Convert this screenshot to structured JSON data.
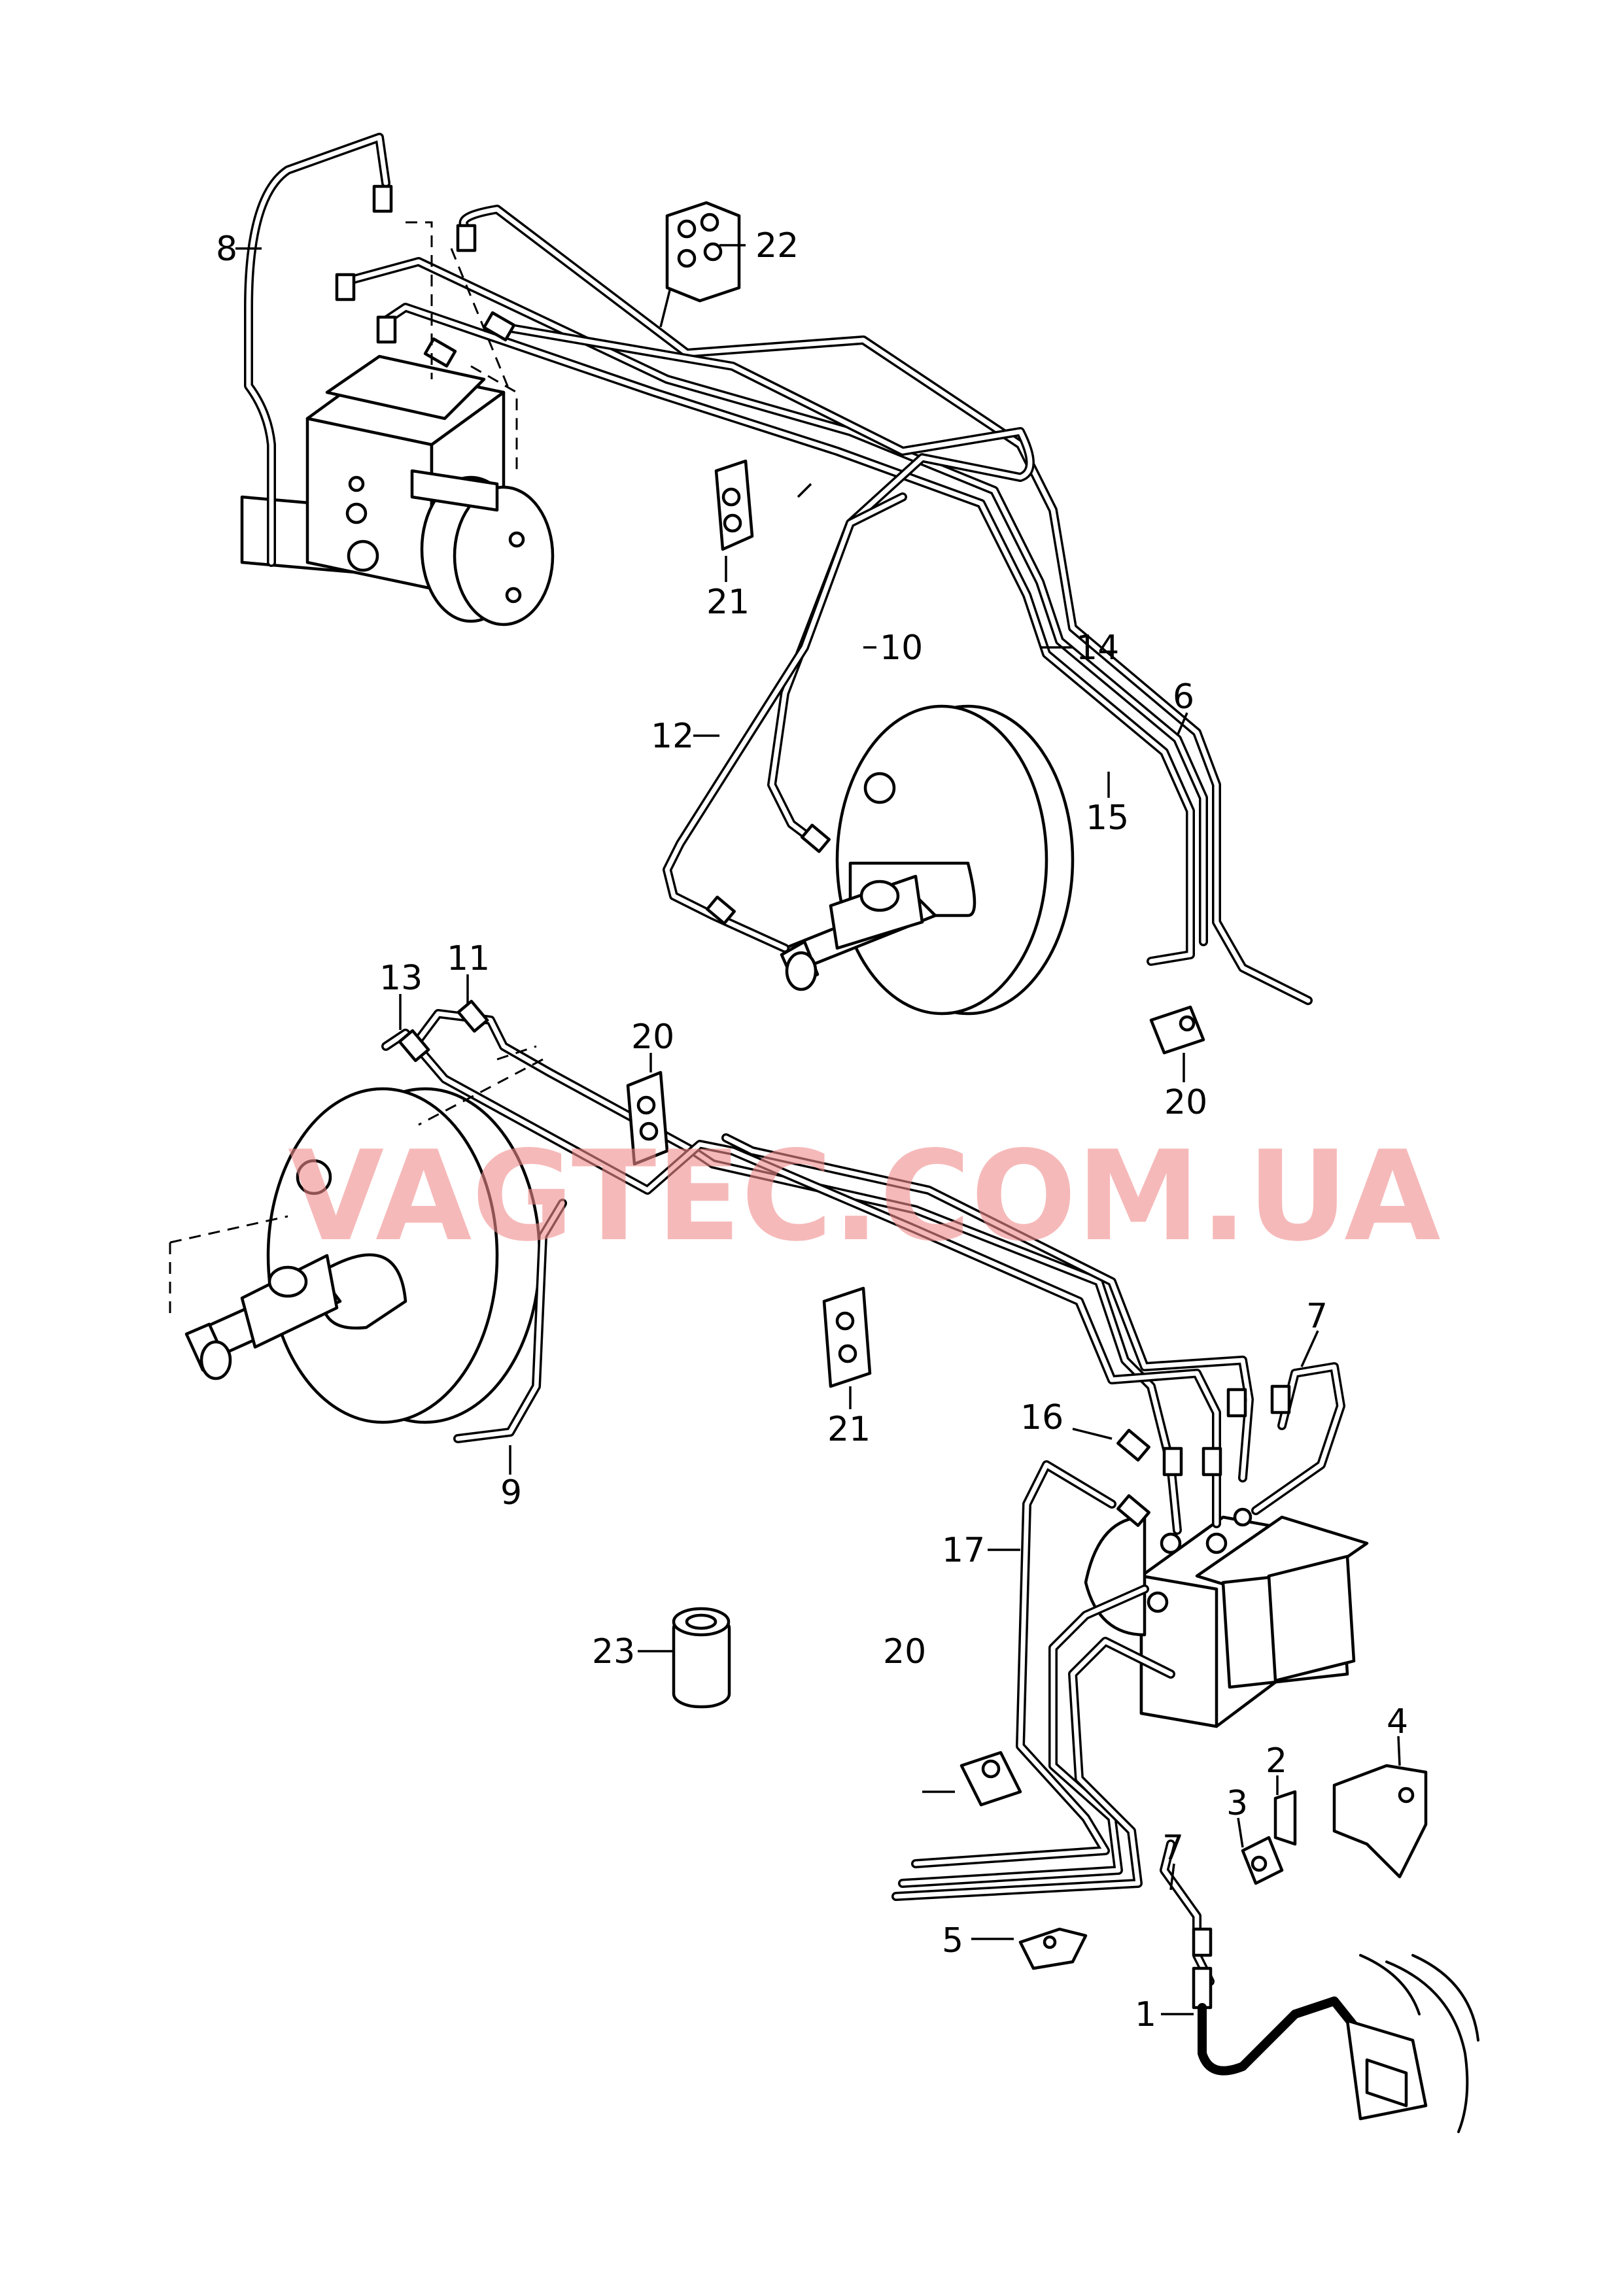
{
  "watermark": "VAGTEC.COM.UA",
  "callouts": [
    "1",
    "2",
    "3",
    "4",
    "5",
    "6",
    "7",
    "7",
    "8",
    "9",
    "10",
    "11",
    "12",
    "13",
    "14",
    "15",
    "16",
    "17",
    "20",
    "20",
    "20",
    "21",
    "21",
    "22",
    "23"
  ]
}
